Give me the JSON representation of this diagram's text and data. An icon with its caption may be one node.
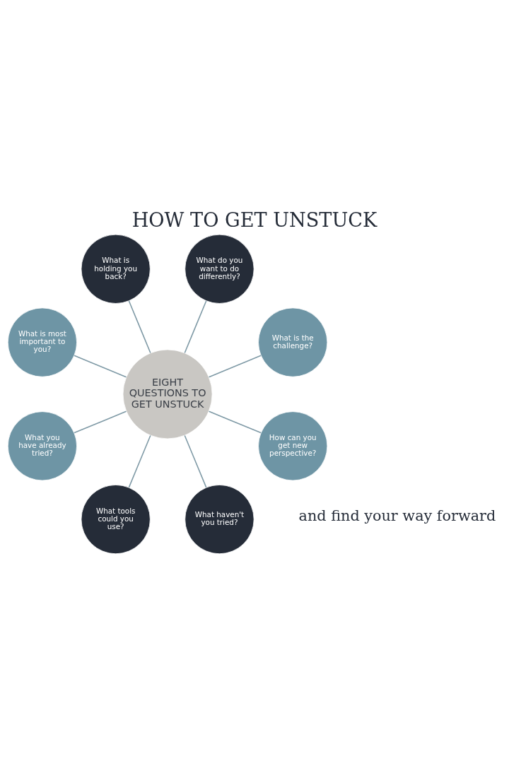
{
  "diagram": {
    "title": "HOW TO GET UNSTUCK",
    "nodes": [
      {
        "text": [
          "What is the challenge?"
        ]
      },
      {
        "text": [
          "What do you want to do differently?"
        ]
      },
      {
        "text": [
          "What is holding you back?"
        ]
      },
      {
        "text": [
          "What is most important to you?"
        ]
      },
      {
        "text": [
          "EIGHT QUESTIONS TO GET UNSTUCK"
        ]
      },
      {
        "text": [
          "What you have already tried?"
        ]
      },
      {
        "text": [
          "What tools could you use?"
        ]
      },
      {
        "text": [
          "What haven't you tried?"
        ]
      },
      {
        "text": [
          "How can you get new perspective?"
        ]
      }
    ],
    "edges": [
      {
        "from": 4,
        "to": 0,
        "arrow": "none"
      },
      {
        "from": 4,
        "to": 2,
        "arrow": "none"
      },
      {
        "from": 4,
        "to": 5,
        "arrow": "none"
      },
      {
        "from": 4,
        "to": 7,
        "arrow": "none"
      },
      {
        "from": 4,
        "to": 8,
        "arrow": "none"
      },
      {
        "from": 4,
        "to": 6,
        "arrow": "none"
      },
      {
        "from": 4,
        "to": 3,
        "arrow": "none"
      },
      {
        "from": 4,
        "to": 1,
        "arrow": "none"
      }
    ],
    "labels": [
      "and find your way forward"
    ]
  }
}
